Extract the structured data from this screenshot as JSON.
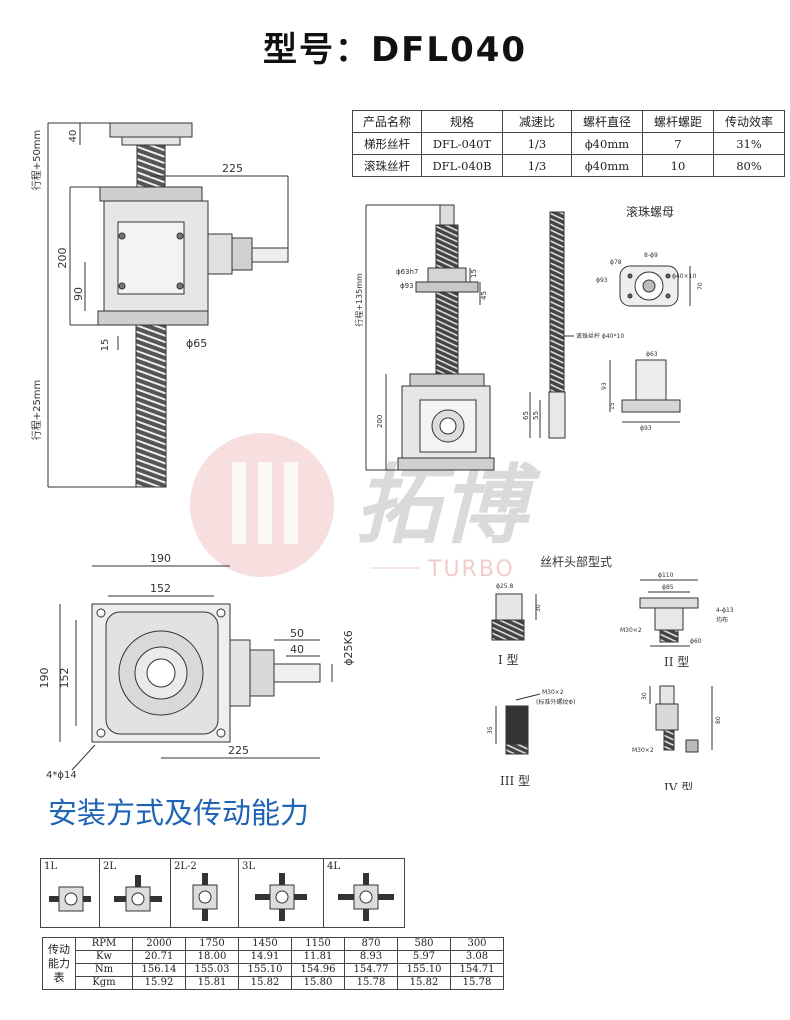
{
  "header": {
    "title": "型号：DFL040"
  },
  "spec_table": {
    "headers": [
      "产品名称",
      "规格",
      "减速比",
      "螺杆直径",
      "螺杆螺距",
      "传动效率"
    ],
    "rows": [
      [
        "梯形丝杆",
        "DFL-040T",
        "1/3",
        "ϕ40mm",
        "7",
        "31%"
      ],
      [
        "滚珠丝杆",
        "DFL-040B",
        "1/3",
        "ϕ40mm",
        "10",
        "80%"
      ]
    ]
  },
  "drawing_front": {
    "dim_40": "40",
    "dim_stroke_top": "行程+50mm",
    "dim_225": "225",
    "dim_200": "200",
    "dim_90": "90",
    "dim_15": "15",
    "dim_phi65": "ϕ65",
    "dim_stroke_bottom": "行程+25mm"
  },
  "drawing_ball": {
    "label_ballnut": "滚珠螺母",
    "dim_stroke": "行程+135mm",
    "dim_phi63h7": "ϕ63h7",
    "dim_phi93": "ϕ93",
    "dim_15": "15",
    "dim_45": "45",
    "dim_200": "200",
    "dim_65": "65",
    "dim_55": "55",
    "label_screw": "滚珠丝杆 ϕ40*10",
    "nut_8phi9": "8-ϕ9",
    "nut_phi78": "ϕ78",
    "nut_phi93": "ϕ93",
    "nut_phi40x10": "ϕ40×10",
    "nut_70": "70",
    "nut2_phi63": "ϕ63",
    "nut2_93": "93",
    "nut2_15": "15",
    "nut2_phi93": "ϕ93"
  },
  "drawing_top": {
    "dim_190_top": "190",
    "dim_152_top": "152",
    "dim_190_left": "190",
    "dim_152_left": "152",
    "dim_50": "50",
    "dim_40": "40",
    "dim_phi25k6": "ϕ25K6",
    "dim_225": "225",
    "dim_holes": "4*ϕ14"
  },
  "watermark": {
    "brand_cn": "拓博",
    "brand_en": "TURBO"
  },
  "head_types": {
    "title": "丝杆头部型式",
    "type1": {
      "label": "I 型",
      "dim_phi": "ϕ25.8",
      "dim_h": "30"
    },
    "type2": {
      "label": "II 型",
      "dim_110": "ϕ110",
      "dim_85": "ϕ85",
      "dim_holes": "4-ϕ13",
      "dim_through": "均布",
      "dim_m30": "M30×2",
      "dim_60": "ϕ60"
    },
    "type3": {
      "label": "III 型",
      "dim_m30": "M30×2",
      "dim_note": "(标准外螺纹Φ)",
      "dim_h": "35"
    },
    "type4": {
      "label": "IV 型",
      "dim_30": "30",
      "dim_m30": "M30×2",
      "dim_h": "80"
    }
  },
  "section_title": "安装方式及传动能力",
  "mounting": [
    {
      "label": "1L"
    },
    {
      "label": "2L"
    },
    {
      "label": "2L-2"
    },
    {
      "label": "3L"
    },
    {
      "label": "4L"
    }
  ],
  "performance": {
    "row_header": "传动能力表",
    "units": [
      "RPM",
      "Kw",
      "Nm",
      "Kgm"
    ],
    "rows": [
      [
        "2000",
        "1750",
        "1450",
        "1150",
        "870",
        "580",
        "300"
      ],
      [
        "20.71",
        "18.00",
        "14.91",
        "11.81",
        "8.93",
        "5.97",
        "3.08"
      ],
      [
        "156.14",
        "155.03",
        "155.10",
        "154.96",
        "154.77",
        "155.10",
        "154.71"
      ],
      [
        "15.92",
        "15.81",
        "15.82",
        "15.80",
        "15.78",
        "15.82",
        "15.78"
      ]
    ]
  },
  "colors": {
    "accent": "#1f63b4",
    "watermark": "#e8a4a4",
    "line": "#333333"
  }
}
